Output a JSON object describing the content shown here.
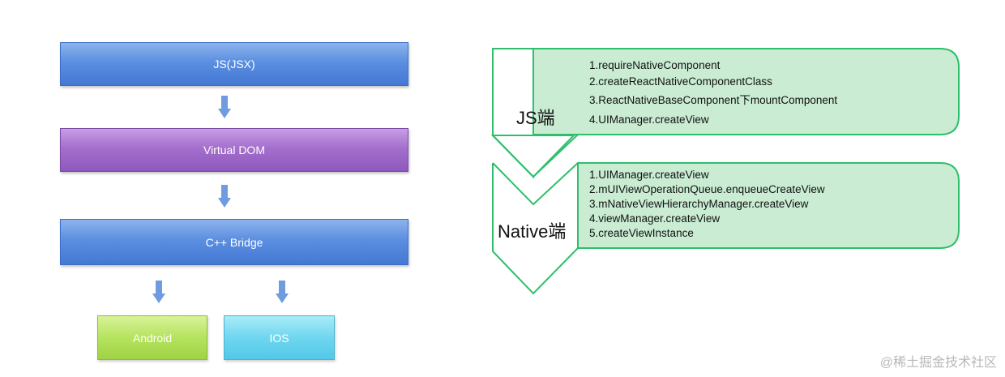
{
  "left_diagram": {
    "layers": [
      {
        "label": "JS(JSX)"
      },
      {
        "label": "Virtual DOM"
      },
      {
        "label": "C++ Bridge"
      }
    ],
    "platforms": [
      {
        "label": "Android"
      },
      {
        "label": "IOS"
      }
    ],
    "colors": {
      "blue": "#5b8fe0",
      "purple": "#a46fcc",
      "green": "#b5e35e",
      "cyan": "#6fd6ef",
      "arrow": "#6f9be0"
    }
  },
  "right_diagram": {
    "stages": [
      {
        "label": "JS端",
        "steps": [
          "1.requireNativeComponent",
          "2.createReactNativeComponentClass",
          "3.ReactNativeBaseComponent下mountComponent",
          "4.UIManager.createView"
        ]
      },
      {
        "label": "Native端",
        "steps": [
          "1.UIManager.createView",
          "2.mUIViewOperationQueue.enqueueCreateView",
          "3.mNativeViewHierarchyManager.createView",
          "4.viewManager.createView",
          "5.createViewInstance"
        ]
      }
    ],
    "colors": {
      "stroke": "#2fbf6b",
      "fill": "#c9ecd3"
    }
  },
  "watermark": "@稀土掘金技术社区"
}
